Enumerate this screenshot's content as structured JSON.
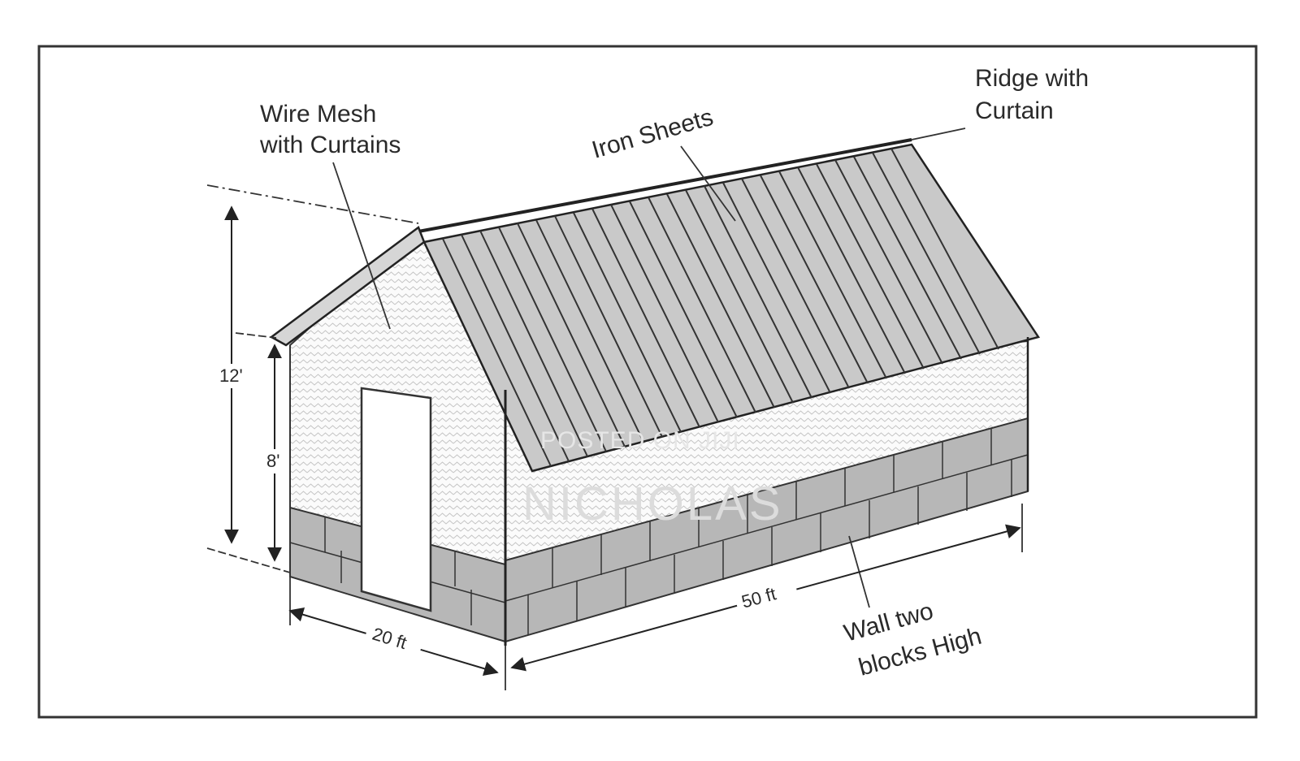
{
  "labels": {
    "wire_mesh_line1": "Wire Mesh",
    "wire_mesh_line2": "with Curtains",
    "iron_sheets": "Iron Sheets",
    "ridge_line1": "Ridge with",
    "ridge_line2": "Curtain",
    "wall_line1": "Wall two",
    "wall_line2": "blocks High"
  },
  "dimensions": {
    "total_height": "12'",
    "wall_height": "8'",
    "width": "20 ft",
    "length": "50 ft"
  },
  "watermark": {
    "line1": "POSTED ON JIJI",
    "line2": "NICHOLAS"
  }
}
